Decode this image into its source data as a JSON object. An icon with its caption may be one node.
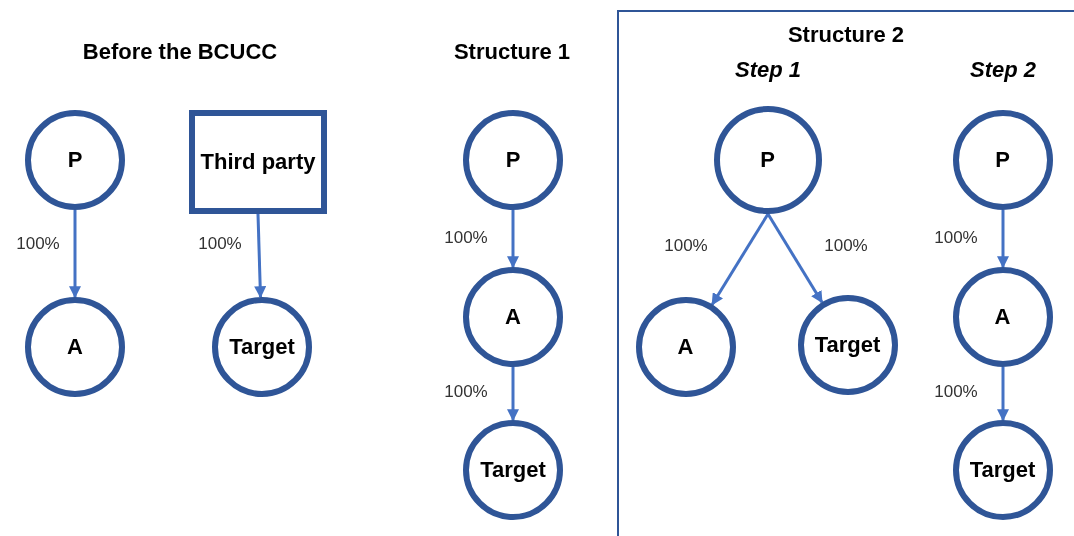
{
  "diagram": {
    "nodes": [
      {
        "text": [
          "P"
        ]
      },
      {
        "text": [
          "A"
        ]
      },
      {
        "text": [
          "Third party"
        ]
      },
      {
        "text": [
          "Target"
        ]
      },
      {
        "text": [
          "P"
        ]
      },
      {
        "text": [
          "A"
        ]
      },
      {
        "text": [
          "Target"
        ]
      },
      {
        "text": [
          "Structure 2"
        ]
      },
      {
        "text": [
          "P"
        ],
        "in": 7
      },
      {
        "text": [
          "A"
        ],
        "in": 7
      },
      {
        "text": [
          "Target"
        ],
        "in": 7
      },
      {
        "text": [
          "P"
        ],
        "in": 7
      },
      {
        "text": [
          "A"
        ],
        "in": 7
      },
      {
        "text": [
          "Target"
        ],
        "in": 7
      }
    ],
    "edges": [
      {
        "from": 0,
        "to": 1,
        "arrow": "to",
        "label": "100%"
      },
      {
        "from": 2,
        "to": 3,
        "arrow": "to",
        "label": "100%"
      },
      {
        "from": 4,
        "to": 5,
        "arrow": "to",
        "label": "100%"
      },
      {
        "from": 5,
        "to": 6,
        "arrow": "to",
        "label": "100%"
      },
      {
        "from": 8,
        "to": 9,
        "arrow": "to",
        "label": "100%"
      },
      {
        "from": 8,
        "to": 10,
        "arrow": "to",
        "label": "100%"
      },
      {
        "from": 11,
        "to": 12,
        "arrow": "to",
        "label": "100%"
      },
      {
        "from": 12,
        "to": 13,
        "arrow": "to",
        "label": "100%"
      }
    ],
    "labels": [
      "Before the BCUCC",
      "Structure 1",
      "Step 1",
      "Step 2"
    ]
  }
}
